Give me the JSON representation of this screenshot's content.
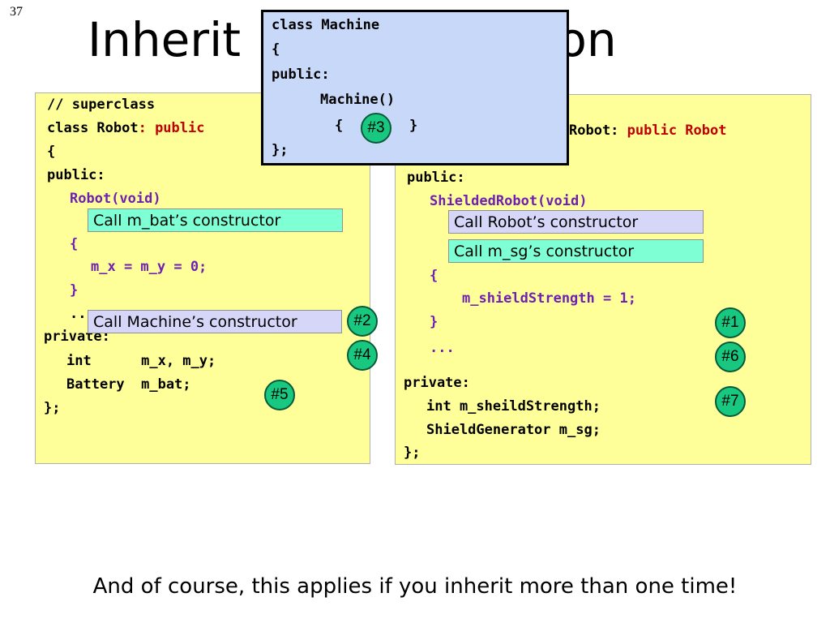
{
  "slide_number": "37",
  "title": {
    "left": "Inherit",
    "right": "ruction"
  },
  "left_code": {
    "l1": "// superclass",
    "l2a": "class Robot",
    "l2b": ": public",
    "l3": "{",
    "l4": "public:",
    "l5": "Robot(void)",
    "l6": "{",
    "l7": "m_x = m_y = 0;",
    "l8": "}",
    "l9": "..",
    "l10": "private:",
    "l11": "int      m_x, m_y;",
    "l12": "Battery  m_bat;",
    "l13": "};"
  },
  "right_code": {
    "r1a": "Robot:",
    "r1b": " public Robot",
    "r2": "public:",
    "r3": "ShieldedRobot(void)",
    "r4": "{",
    "r5": "m_shieldStrength = 1;",
    "r6": "}",
    "r7": "...",
    "r8": "private:",
    "r9": "int m_sheildStrength;",
    "r10": "ShieldGenerator m_sg;",
    "r11": "};"
  },
  "machine_code": {
    "m1": "class Machine",
    "m2": "{",
    "m3": "public:",
    "m4": "Machine()",
    "m5a": "{",
    "m5b": "}",
    "m6": "};"
  },
  "callouts": {
    "bat": "Call m_bat’s constructor",
    "machine": "Call Machine’s constructor",
    "robot": "Call Robot’s constructor",
    "sg": "Call m_sg’s constructor"
  },
  "badges": {
    "b1": "#1",
    "b2": "#2",
    "b3": "#3",
    "b4": "#4",
    "b5": "#5",
    "b6": "#6",
    "b7": "#7"
  },
  "footer": "And of course, this applies if you inherit more than one time!"
}
